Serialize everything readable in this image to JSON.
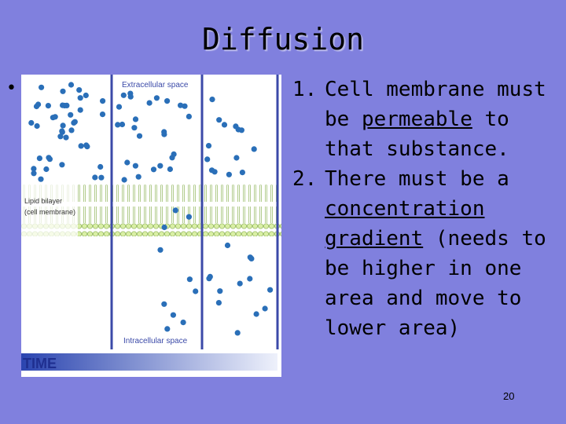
{
  "slide": {
    "title": "Diffusion",
    "bullet": "•",
    "page_number": "20"
  },
  "figure": {
    "extracellular_label": "Extracellular space",
    "intracellular_label": "Intracellular space",
    "membrane_label_line1": "Lipid bilayer",
    "membrane_label_line2": "(cell membrane)",
    "time_label": "TIME",
    "colors": {
      "molecule": "#2a6fb8",
      "membrane": "#cfe89a",
      "divider": "#3b4aa8"
    }
  },
  "points": [
    {
      "number": "1.",
      "parts": [
        "Cell membrane must be ",
        "permeable",
        " to that substance."
      ]
    },
    {
      "number": "2.",
      "parts": [
        "There must be a ",
        "concentration gradient",
        " (needs to be higher in one area and move to lower area)"
      ]
    }
  ]
}
